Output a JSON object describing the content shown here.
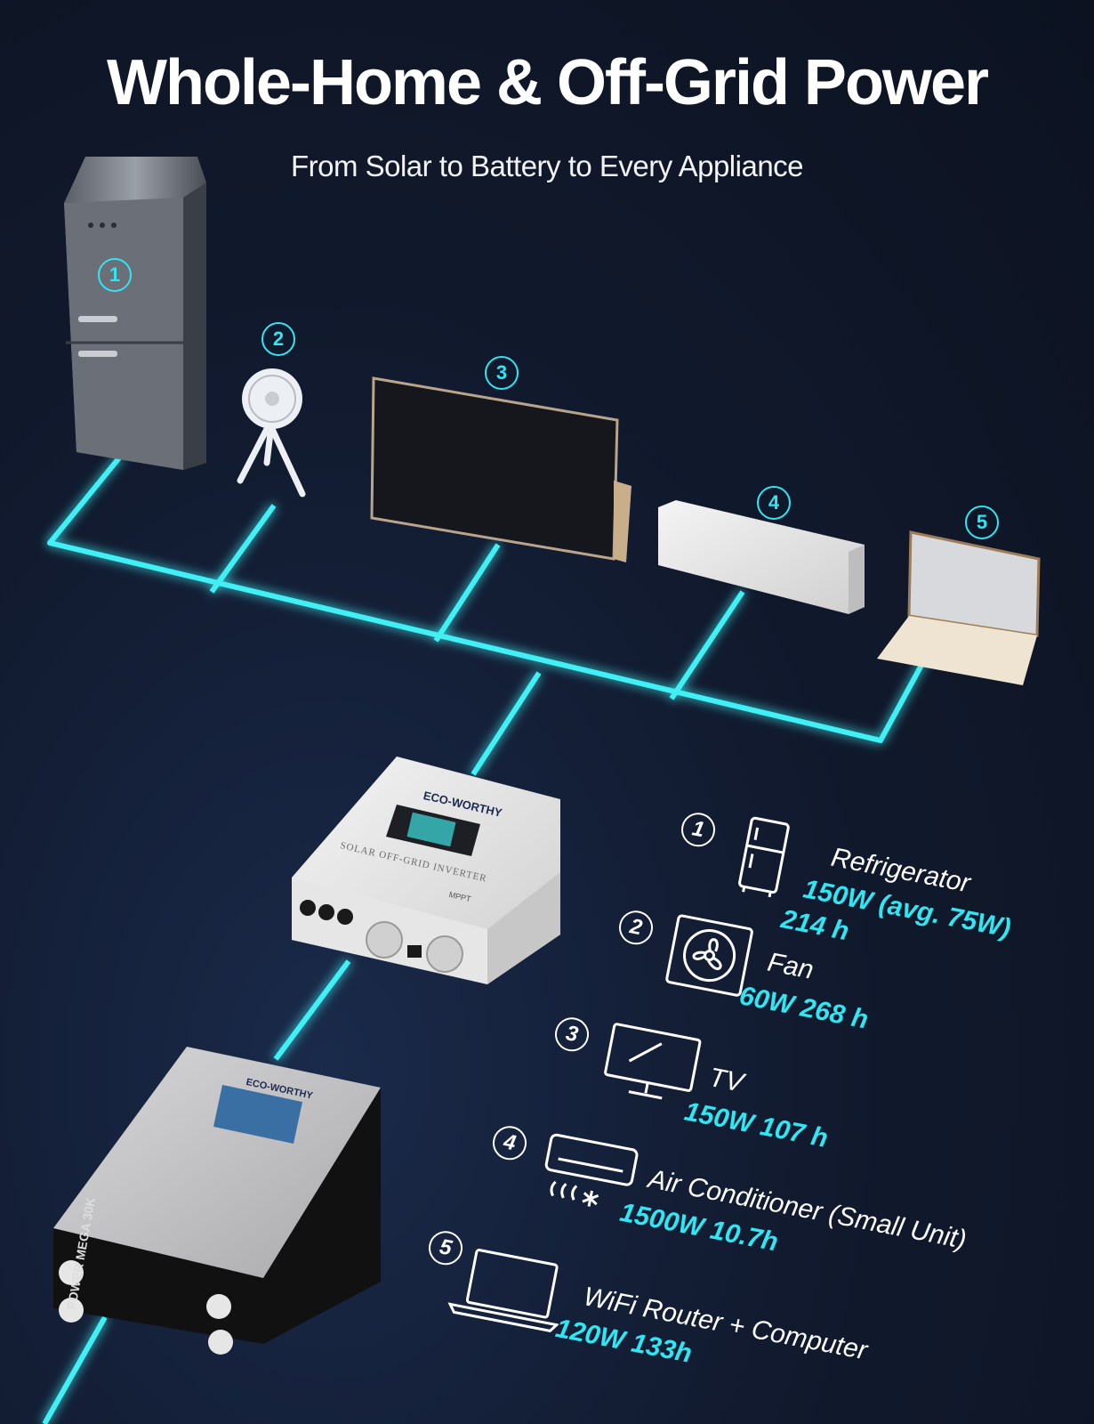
{
  "header": {
    "title": "Whole-Home & Off-Grid Power",
    "subtitle": "From Solar to Battery to Every Appliance"
  },
  "scene_markers": [
    "1",
    "2",
    "3",
    "4",
    "5"
  ],
  "inverter": {
    "brand": "ECO-WORTHY",
    "label": "SOLAR OFF-GRID INVERTER",
    "badge": "MPPT"
  },
  "battery": {
    "brand": "ECO-WORTHY",
    "model": "POWER MEGA 30K"
  },
  "legend": [
    {
      "number": "1",
      "icon": "refrigerator-icon",
      "name": "Refrigerator",
      "value_line1": "150W (avg. 75W)",
      "value_line2": "214 h"
    },
    {
      "number": "2",
      "icon": "fan-icon",
      "name": "Fan",
      "value_line1": "60W 268 h",
      "value_line2": ""
    },
    {
      "number": "3",
      "icon": "tv-icon",
      "name": "TV",
      "value_line1": "150W 107 h",
      "value_line2": ""
    },
    {
      "number": "4",
      "icon": "air-conditioner-icon",
      "name": "Air Conditioner (Small Unit)",
      "value_line1": "1500W 10.7h",
      "value_line2": ""
    },
    {
      "number": "5",
      "icon": "laptop-icon",
      "name": "WiFi Router + Computer",
      "value_line1": "120W 133h",
      "value_line2": ""
    }
  ],
  "colors": {
    "accent": "#2fe6f2",
    "background": "#111a2e",
    "text": "#ffffff"
  }
}
